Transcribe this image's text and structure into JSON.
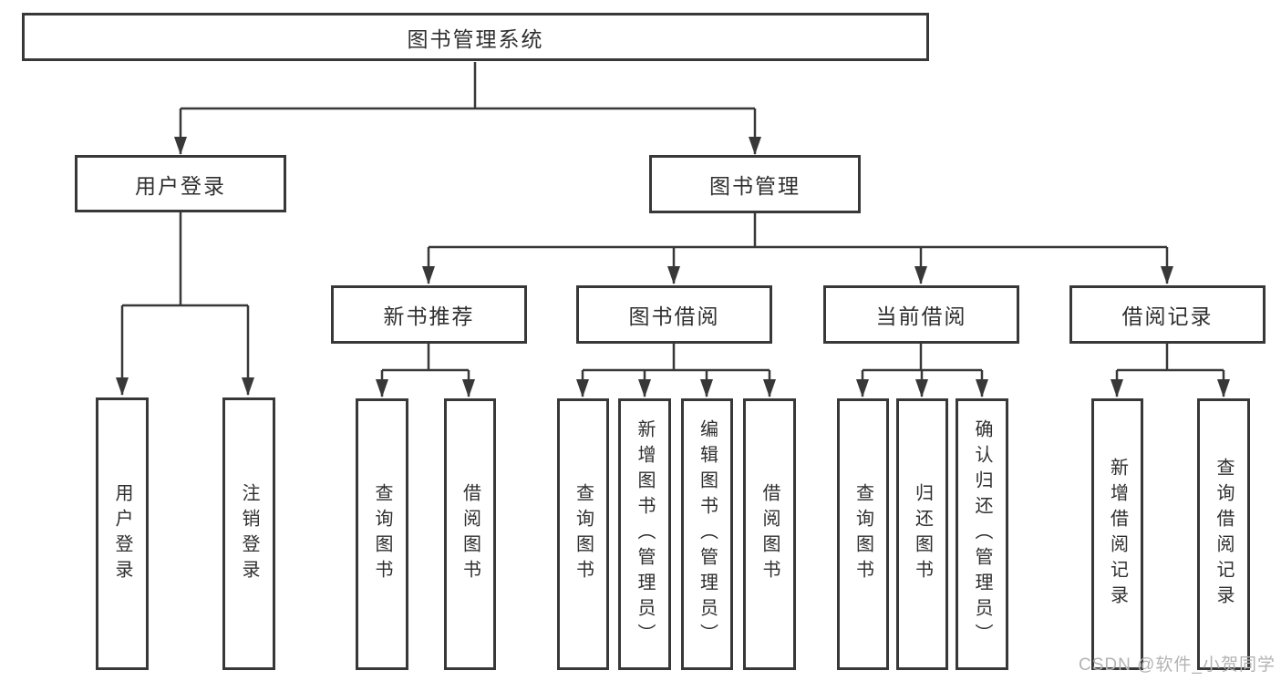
{
  "diagram": {
    "root": {
      "label": "图书管理系统"
    },
    "branches": [
      {
        "label": "用户登录",
        "leaves": [
          {
            "label": "用户登录"
          },
          {
            "label": "注销登录"
          }
        ]
      },
      {
        "label": "图书管理",
        "groups": [
          {
            "label": "新书推荐",
            "leaves": [
              {
                "label": "查询图书"
              },
              {
                "label": "借阅图书"
              }
            ]
          },
          {
            "label": "图书借阅",
            "leaves": [
              {
                "label": "查询图书"
              },
              {
                "label": "新增图书（管理员）"
              },
              {
                "label": "编辑图书（管理员）"
              },
              {
                "label": "借阅图书"
              }
            ]
          },
          {
            "label": "当前借阅",
            "leaves": [
              {
                "label": "查询图书"
              },
              {
                "label": "归还图书"
              },
              {
                "label": "确认归还（管理员）"
              }
            ]
          },
          {
            "label": "借阅记录",
            "leaves": [
              {
                "label": "新增借阅记录"
              },
              {
                "label": "查询借阅记录"
              }
            ]
          }
        ]
      }
    ]
  },
  "watermark": {
    "text": "CSDN @软件_小贺同学"
  },
  "colors": {
    "line": "#383838",
    "box_border": "#383838",
    "text": "#2f2f2f",
    "background": "#ffffff",
    "watermark": "#b3b3b3"
  }
}
